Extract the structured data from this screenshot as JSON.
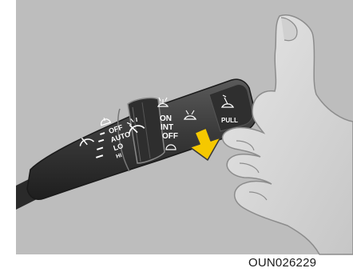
{
  "figure": {
    "code": "OUN026229"
  },
  "rear_wiper_ring": {
    "off": "OFF",
    "auto": "AUTO",
    "lo": "LO",
    "hi": "HI"
  },
  "washer_ring": {
    "on": "ON",
    "int": "INT",
    "off": "OFF"
  },
  "end_cap": {
    "pull": "PULL"
  },
  "icons": [
    "front-wiper-icon",
    "rear-wiper-icon",
    "washer-icon",
    "mist-icon",
    "pull-arrow-icon"
  ],
  "colors": {
    "background": "#bdbdbd",
    "lever": "#3a3a3a",
    "arrow": "#f5c800",
    "hand": "#d9d9d9"
  }
}
